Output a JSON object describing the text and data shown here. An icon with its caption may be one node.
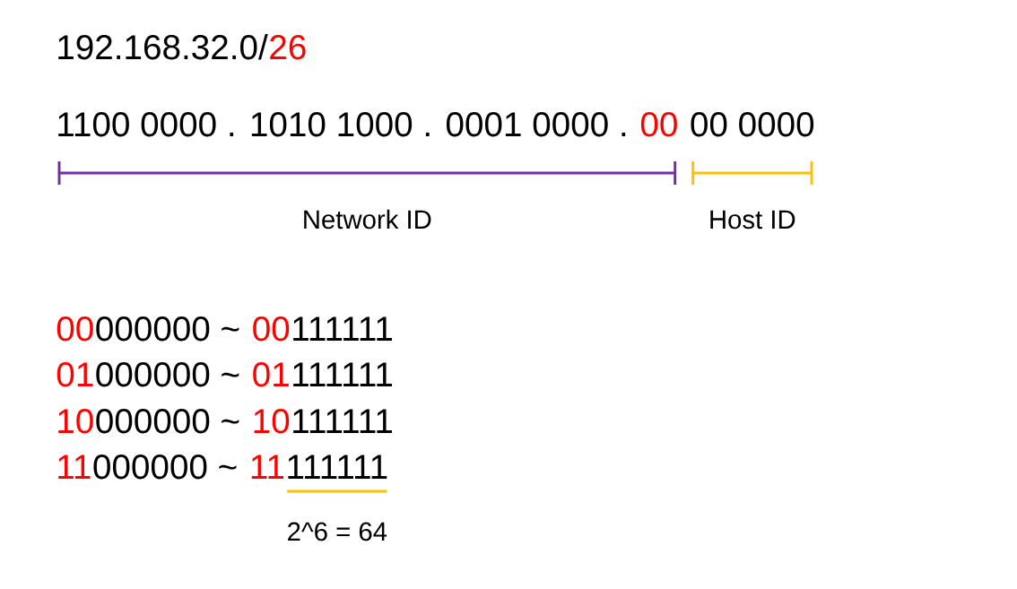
{
  "diagram": {
    "labels": [
      "192.168.32.0/",
      "26",
      "1100 0000 . 1010 1000 . 0001 0000 .",
      "00",
      "00 0000",
      "Network ID",
      "Host ID",
      "00",
      "000000 ~",
      "00",
      "111111",
      "01",
      "000000 ~",
      "01",
      "111111",
      "10",
      "000000 ~",
      "10",
      "111111",
      "11",
      "000000 ~",
      "11",
      "111111",
      "2^6 = 64"
    ]
  }
}
